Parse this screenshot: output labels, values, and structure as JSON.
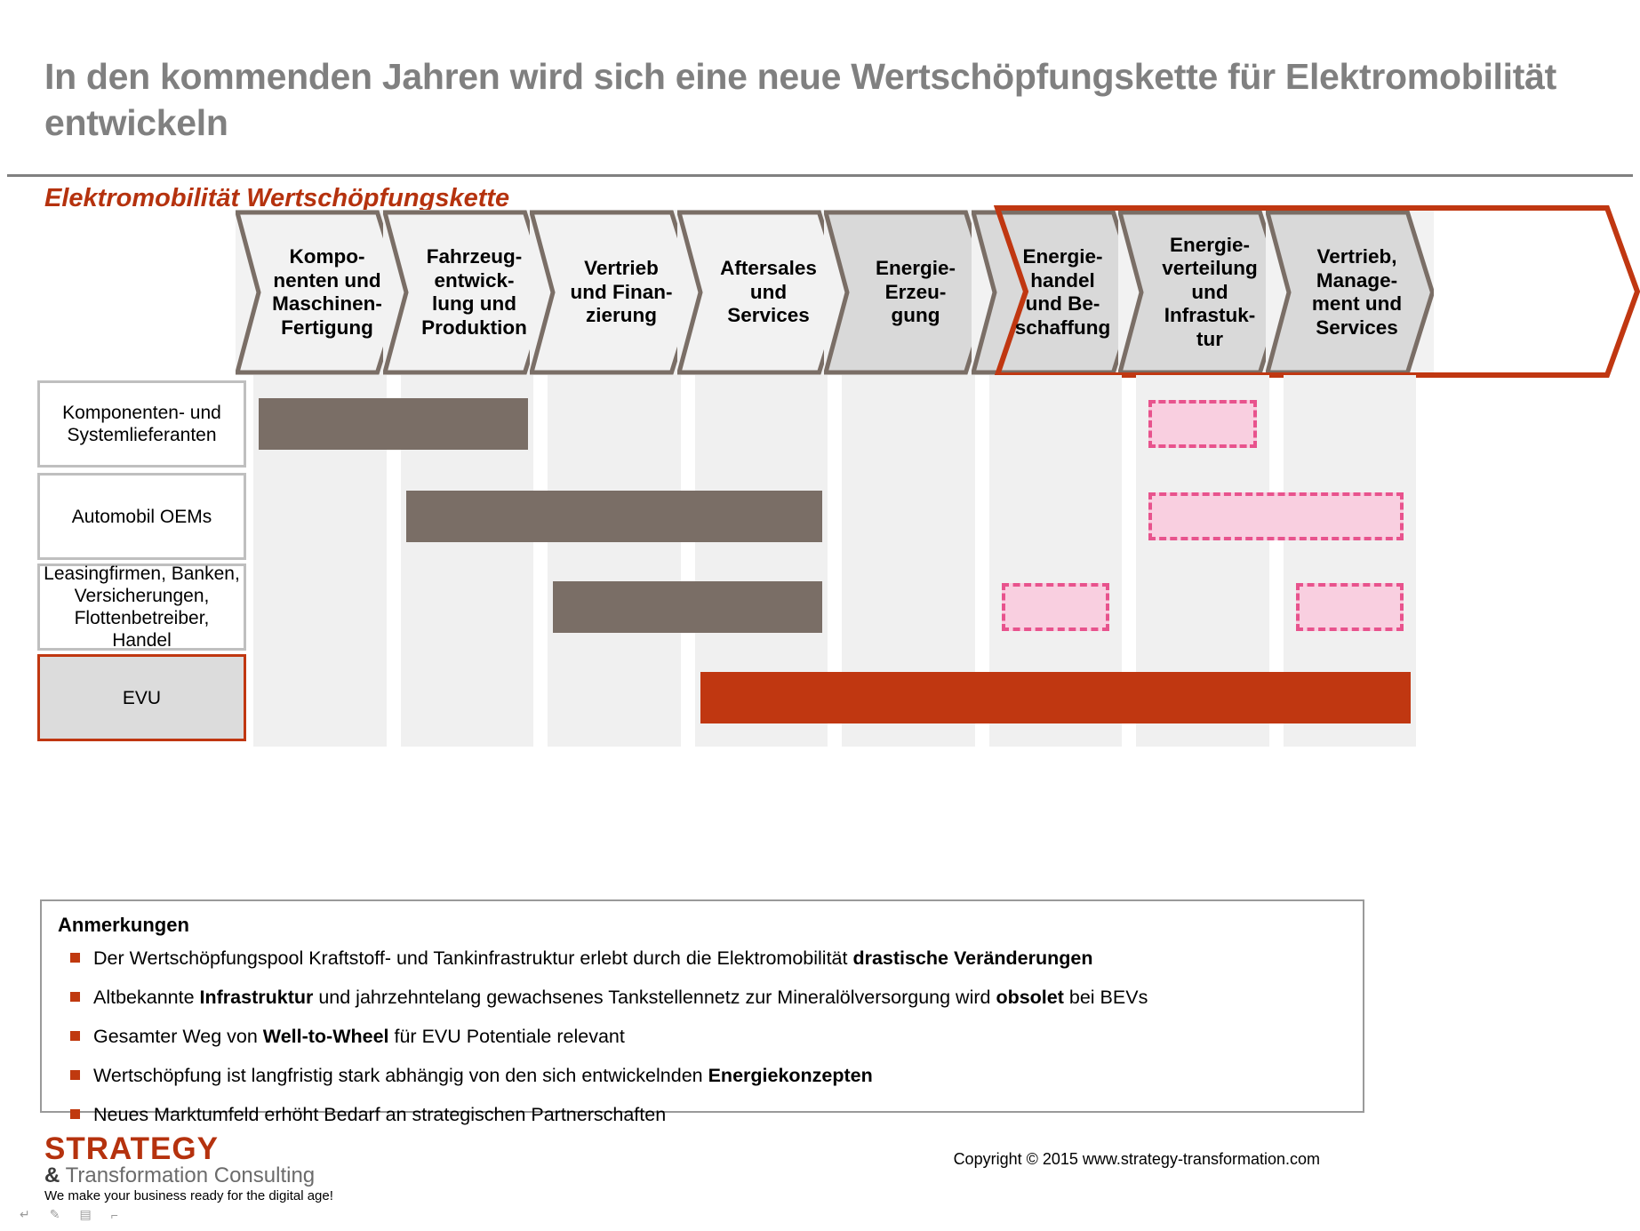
{
  "header": {
    "title": "In den kommenden Jahren wird sich eine neue Wertschöpfungskette für Elektromobilität entwickeln",
    "subtitle": "Elektromobilität Wertschöpfungskette"
  },
  "colors": {
    "accent_red": "#b5320e",
    "bar_grey": "#7a6e66",
    "bar_red": "#c03711",
    "pink_fill": "#f9cfe0",
    "pink_border": "#e8538d",
    "title_grey": "#808080",
    "stripe": "#f0f0f0",
    "chevron_light": "#f2f2f2",
    "chevron_dark": "#d9d9d9",
    "chevron_border": "#7a6e66"
  },
  "chevrons": [
    {
      "label": "Kompo-\nnenten und\nMaschinen-\nFertigung",
      "highlighted": false
    },
    {
      "label": "Fahrzeug-\nentwick-\nlung und\nProduktion",
      "highlighted": false
    },
    {
      "label": "Vertrieb\nund Finan-\nzierung",
      "highlighted": false
    },
    {
      "label": "Aftersales\nund\nServices",
      "highlighted": false
    },
    {
      "label": "Energie-\nErzeu-\ngung",
      "highlighted": true
    },
    {
      "label": "Energie-\nhandel\nund Be-\nschaffung",
      "highlighted": true
    },
    {
      "label": "Energie-\nverteilung\nund\nInfrastuk-\ntur",
      "highlighted": true
    },
    {
      "label": "Vertrieb,\nManage-\nment und\nServices",
      "highlighted": true
    }
  ],
  "rows": [
    {
      "label": "Komponenten- und\nSystemlieferanten",
      "highlighted": false
    },
    {
      "label": "Automobil OEMs",
      "highlighted": false
    },
    {
      "label": "Leasingfirmen, Banken,\nVersicherungen,\nFlottenbetreiber,\nHandel",
      "highlighted": false
    },
    {
      "label": "EVU",
      "highlighted": true
    }
  ],
  "chart_data": {
    "type": "bar",
    "title": "Elektromobilität Wertschöpfungskette",
    "categories": [
      "Komponenten und Maschinen-Fertigung",
      "Fahrzeugentwicklung und Produktion",
      "Vertrieb und Finanzierung",
      "Aftersales und Services",
      "Energie-Erzeugung",
      "Energiehandel und Beschaffung",
      "Energieverteilung und Infrastuktur",
      "Vertrieb, Management und Services"
    ],
    "rows": [
      "Komponenten- und Systemlieferanten",
      "Automobil OEMs",
      "Leasingfirmen, Banken, Versicherungen, Flottenbetreiber, Handel",
      "EVU"
    ],
    "bars": [
      {
        "row": "Komponenten- und Systemlieferanten",
        "style": "grey-solid",
        "from_column": 1,
        "to_column": 2,
        "label": ""
      },
      {
        "row": "Komponenten- und Systemlieferanten",
        "style": "pink-dashed",
        "from_column": 7,
        "to_column": 7,
        "label": ""
      },
      {
        "row": "Automobil OEMs",
        "style": "grey-solid",
        "from_column": 2,
        "to_column": 4,
        "label": ""
      },
      {
        "row": "Automobil OEMs",
        "style": "pink-dashed",
        "from_column": 7,
        "to_column": 8,
        "label": ""
      },
      {
        "row": "Leasingfirmen, Banken, Versicherungen, Flottenbetreiber, Handel",
        "style": "grey-solid",
        "from_column": 3,
        "to_column": 4,
        "label": ""
      },
      {
        "row": "Leasingfirmen, Banken, Versicherungen, Flottenbetreiber, Handel",
        "style": "pink-dashed",
        "from_column": 6,
        "to_column": 6,
        "label": ""
      },
      {
        "row": "Leasingfirmen, Banken, Versicherungen, Flottenbetreiber, Handel",
        "style": "pink-dashed",
        "from_column": 8,
        "to_column": 8,
        "label": ""
      },
      {
        "row": "EVU",
        "style": "red-solid",
        "from_column": 4,
        "to_column": 8,
        "label": ""
      }
    ],
    "legend": [],
    "grid": false
  },
  "notes": {
    "title": "Anmerkungen",
    "items": [
      [
        {
          "t": "Der Wertschöpfungspool Kraftstoff- und Tankinfrastruktur erlebt durch die Elektromobilität ",
          "b": false
        },
        {
          "t": "drastische Veränderungen",
          "b": true
        }
      ],
      [
        {
          "t": "Altbekannte ",
          "b": false
        },
        {
          "t": "Infrastruktur",
          "b": true
        },
        {
          "t": " und jahrzehntelang gewachsenes Tankstellennetz zur Mineralölversorgung wird ",
          "b": false
        },
        {
          "t": "obsolet",
          "b": true
        },
        {
          "t": " bei BEVs",
          "b": false
        }
      ],
      [
        {
          "t": "Gesamter Weg von ",
          "b": false
        },
        {
          "t": "Well-to-Wheel",
          "b": true
        },
        {
          "t": " für EVU Potentiale relevant",
          "b": false
        }
      ],
      [
        {
          "t": "Wertschöpfung ist langfristig stark abhängig von den  sich entwickelnden ",
          "b": false
        },
        {
          "t": "Energiekonzepten",
          "b": true
        }
      ],
      [
        {
          "t": "Neues Marktumfeld erhöht Bedarf an strategischen Partnerschaften",
          "b": false
        }
      ]
    ]
  },
  "footer": {
    "logo_line1": "STRATEGY",
    "logo_line2_amp": "&",
    "logo_line2": " Transformation Consulting",
    "logo_tagline": "We make your business ready for the digital age!",
    "copyright": "Copyright © 2015 www.strategy-transformation.com"
  }
}
